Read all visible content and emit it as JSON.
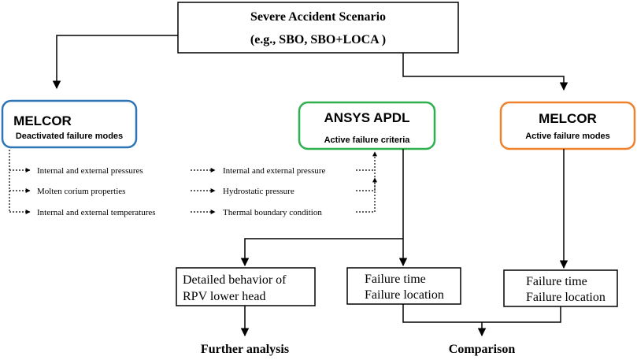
{
  "top_box": {
    "line1": "Severe Accident Scenario",
    "line2": "(e.g., SBO, SBO+LOCA )"
  },
  "left_box": {
    "title": "MELCOR",
    "subtitle": "Deactivated  failure modes",
    "border_color": "#2e75b6"
  },
  "middle_box": {
    "title": "ANSYS APDL",
    "subtitle": "Active failure criteria",
    "border_color": "#2eb04f"
  },
  "right_box": {
    "title": "MELCOR",
    "subtitle": "Active failure modes",
    "border_color": "#f0812c"
  },
  "melcor_outputs": [
    "Internal and external pressures",
    "Molten corium properties",
    "Internal and external temperatures"
  ],
  "ansys_inputs": [
    "Internal and external pressure",
    "Hydrostatic pressure",
    "Thermal boundary condition"
  ],
  "result_boxes": {
    "detailed": [
      "Detailed behavior of",
      "RPV lower head"
    ],
    "failure_middle": [
      "Failure time",
      "Failure location"
    ],
    "failure_right": [
      "Failure time",
      "Failure location"
    ]
  },
  "bottom_labels": {
    "further": "Further analysis",
    "comparison": "Comparison"
  }
}
